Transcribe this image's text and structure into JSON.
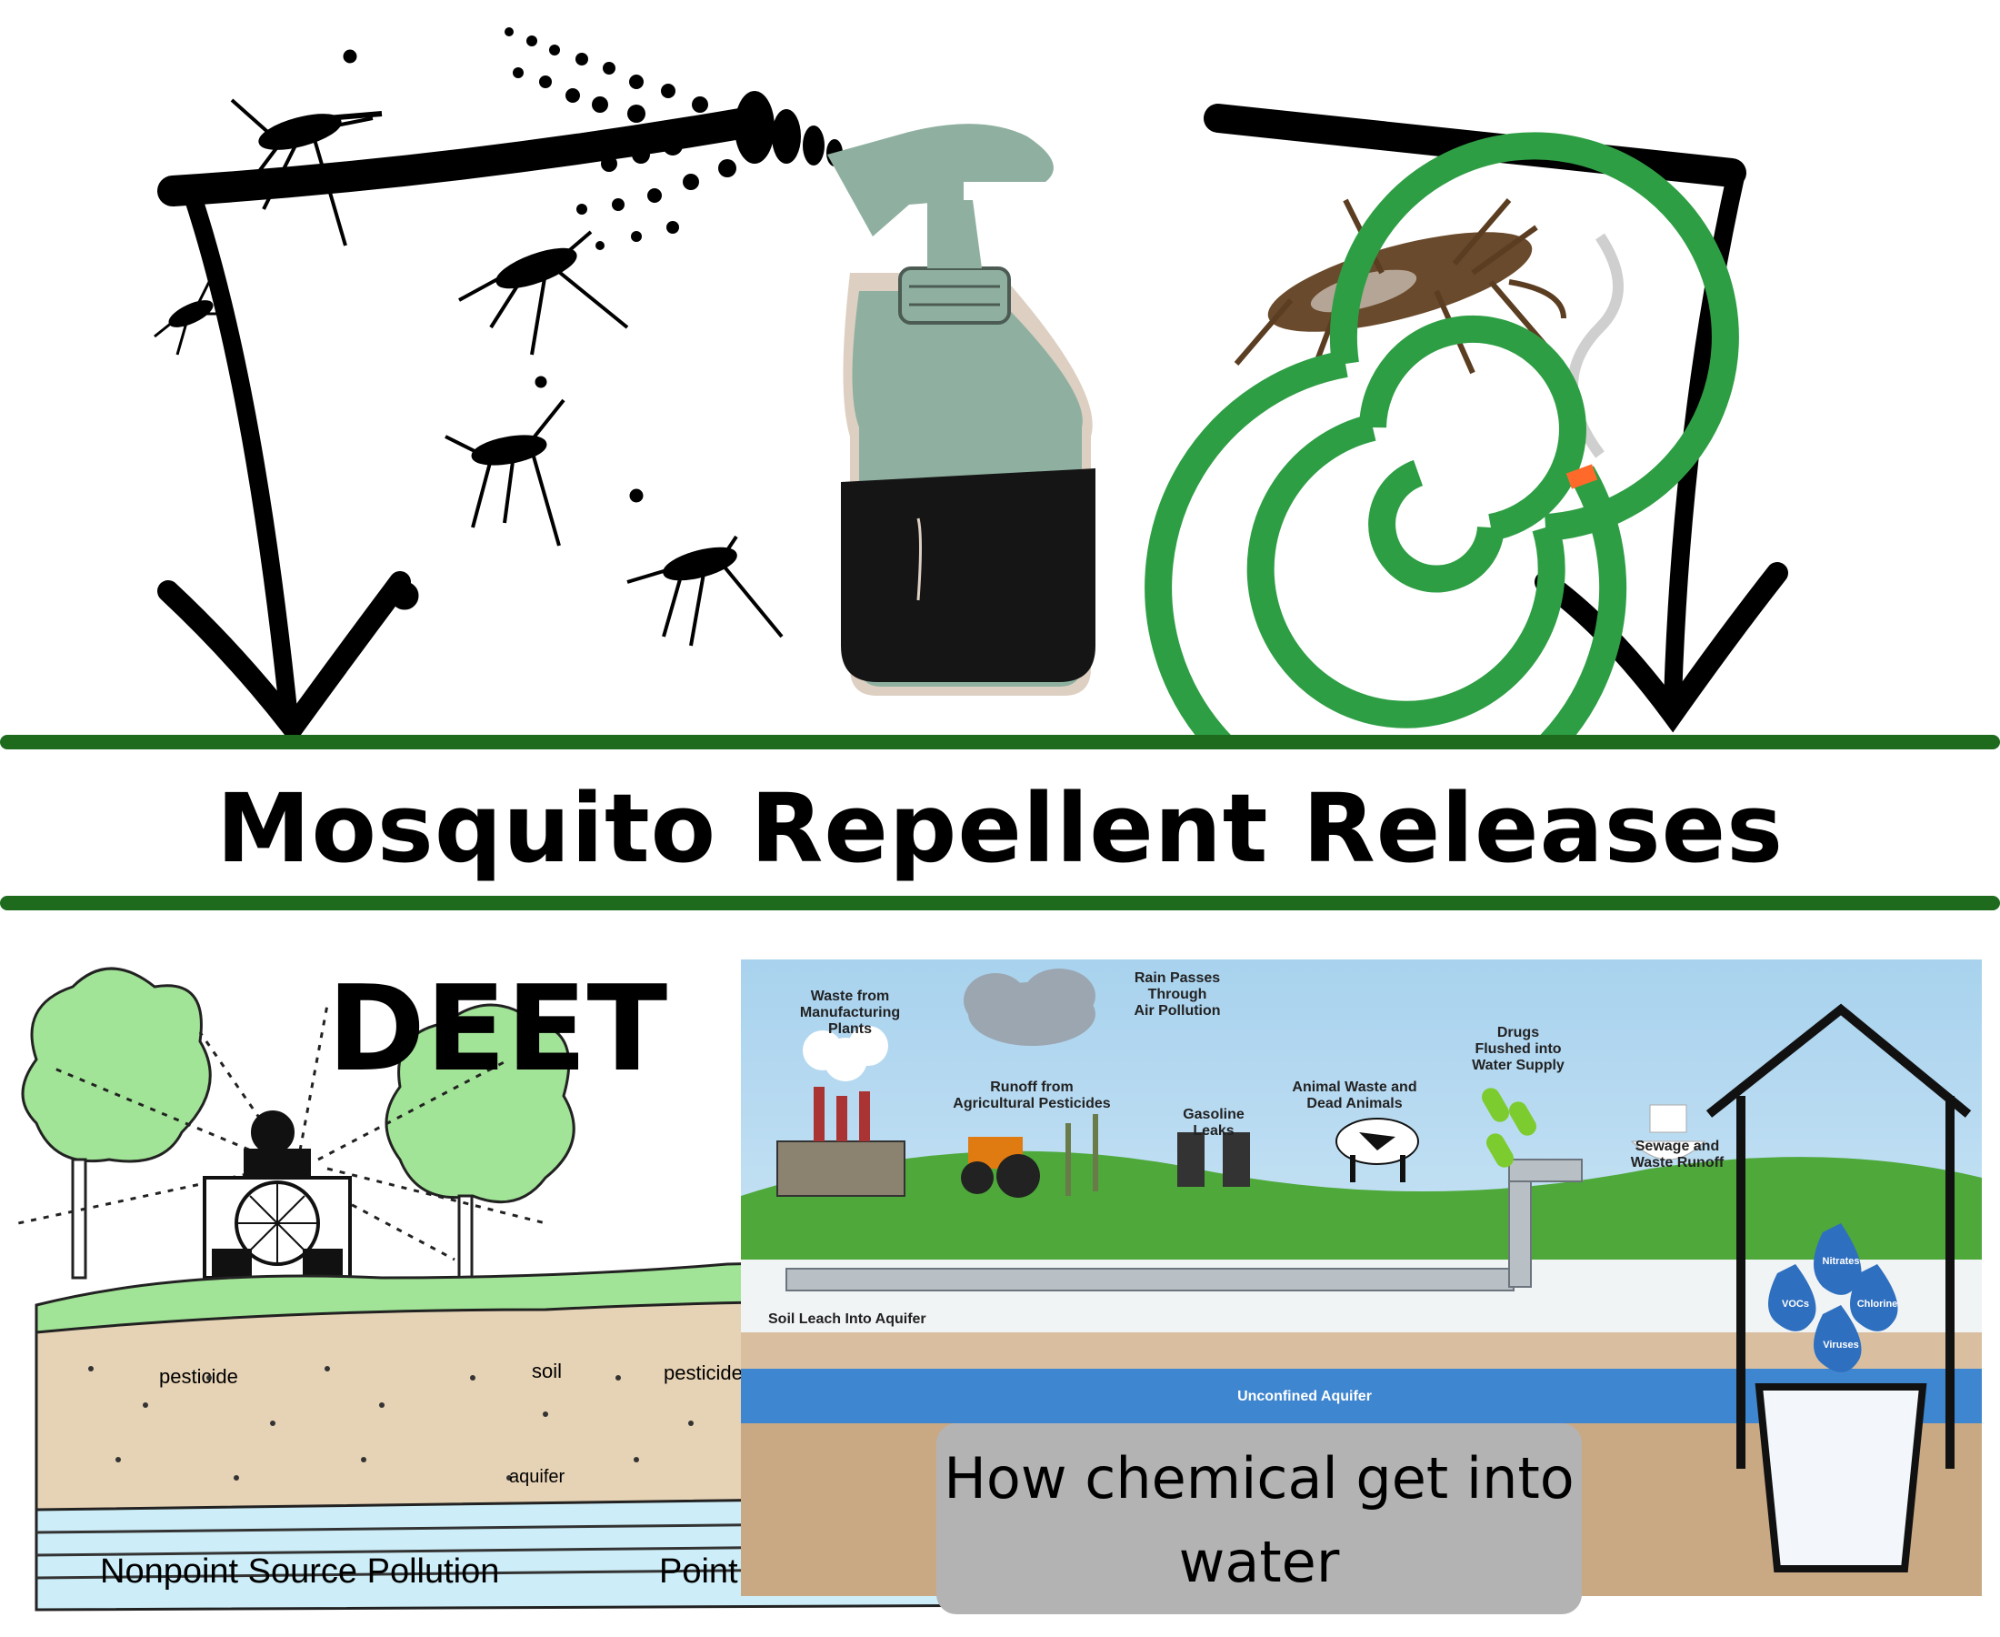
{
  "title": "Mosquito Repellent Releases",
  "deet_label": "DEET",
  "caption": "How chemical get into water",
  "left_diagram": {
    "labels": {
      "pesticide_left": "pesticide",
      "soil": "soil",
      "pesticide_right": "pesticide",
      "aquifer": "aquifer",
      "nonpoint": "Nonpoint Source Pollution",
      "point": "Point Source Pollution"
    }
  },
  "right_diagram": {
    "labels": {
      "waste": "Waste from\nManufacturing\nPlants",
      "rain": "Rain Passes\nThrough\nAir Pollution",
      "runoff": "Runoff from\nAgricultural Pesticides",
      "gasoline": "Gasoline\nLeaks",
      "animal": "Animal Waste and\nDead Animals",
      "drugs": "Drugs\nFlushed into\nWater Supply",
      "sewage": "Sewage and\nWaste Runoff",
      "soil_leach": "Soil Leach Into Aquifer",
      "aquifer": "Unconfined Aquifer",
      "nitrates": "Nitrates",
      "vocs": "VOCs",
      "chlorine": "Chlorine",
      "viruses": "Viruses"
    }
  },
  "colors": {
    "divider": "#1e6b1e",
    "coil": "#2e9e44",
    "bottle": "#8fb0a0",
    "liquid": "#151515",
    "sky": "#cfe6f4",
    "grass": "#4ea83a",
    "aquifer": "#3f86d0",
    "caption_bg": "#b3b3b3"
  },
  "icons": [
    "mosquito-icon",
    "spray-bottle-icon",
    "mosquito-coil-icon",
    "down-arrow-icon",
    "tractor-icon",
    "tree-icon",
    "barrel-icon",
    "cloud-icon",
    "factory-icon",
    "cow-icon",
    "gas-pump-icon",
    "pill-icon",
    "toilet-icon",
    "house-icon",
    "faucet-icon",
    "water-drop-icon",
    "glass-icon"
  ]
}
